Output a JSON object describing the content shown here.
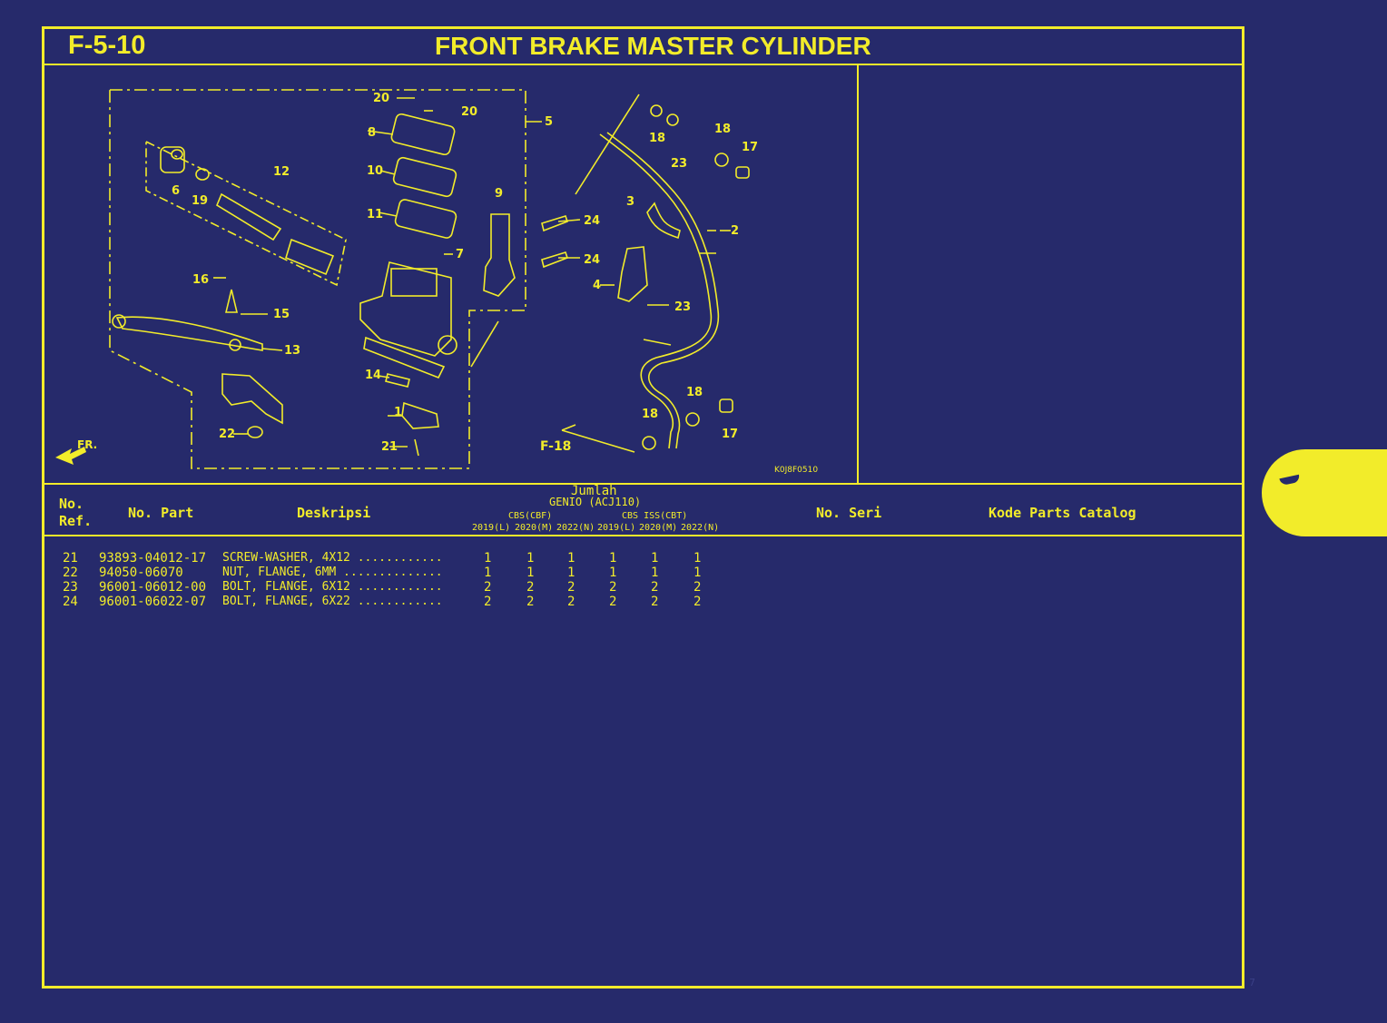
{
  "header": {
    "code": "F-5-10",
    "title": "FRONT BRAKE MASTER CYLINDER"
  },
  "diagram": {
    "callouts": [
      "1",
      "2",
      "3",
      "4",
      "5",
      "6",
      "7",
      "8",
      "9",
      "10",
      "11",
      "12",
      "13",
      "14",
      "15",
      "16",
      "17",
      "17",
      "18",
      "18",
      "18",
      "18",
      "19",
      "20",
      "20",
      "21",
      "22",
      "23",
      "23",
      "24",
      "24"
    ],
    "direction_label": "FR.",
    "reference": "F-18",
    "drawing_code": "K0J8F0510"
  },
  "table": {
    "headers": {
      "no_ref": "No.\nRef.",
      "no_part": "No. Part",
      "deskripsi": "Deskripsi",
      "jumlah": "Jumlah",
      "model": "GENIO (ACJ110)",
      "group_a": "CBS(CBF)",
      "group_b": "CBS ISS(CBT)",
      "years": [
        "2019(L)",
        "2020(M)",
        "2022(N)",
        "2019(L)",
        "2020(M)",
        "2022(N)"
      ],
      "no_seri": "No. Seri",
      "kode": "Kode Parts Catalog"
    },
    "rows": [
      {
        "ref": "21",
        "part": "93893-04012-17",
        "desc": "SCREW-WASHER, 4X12 ............",
        "qty": [
          "1",
          "1",
          "1",
          "1",
          "1",
          "1"
        ]
      },
      {
        "ref": "22",
        "part": "94050-06070",
        "desc": "NUT, FLANGE, 6MM ..............",
        "qty": [
          "1",
          "1",
          "1",
          "1",
          "1",
          "1"
        ]
      },
      {
        "ref": "23",
        "part": "96001-06012-00",
        "desc": "BOLT, FLANGE, 6X12 ............",
        "qty": [
          "2",
          "2",
          "2",
          "2",
          "2",
          "2"
        ]
      },
      {
        "ref": "24",
        "part": "96001-06022-07",
        "desc": "BOLT, FLANGE, 6X22 ............",
        "qty": [
          "2",
          "2",
          "2",
          "2",
          "2",
          "2"
        ]
      }
    ]
  },
  "page_number": "7",
  "colors": {
    "background": "#262a6b",
    "accent": "#f2ec2a"
  }
}
